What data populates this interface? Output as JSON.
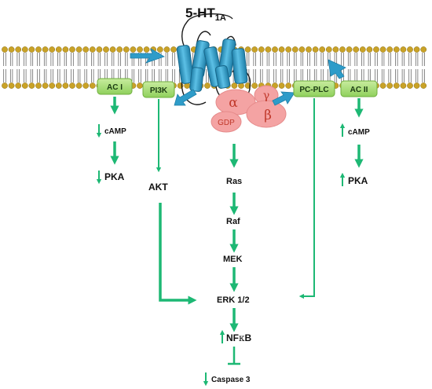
{
  "receptor": {
    "name": "5-HT",
    "subscript": "1A"
  },
  "boxes": {
    "ac1": "AC I",
    "pi3k": "PI3K",
    "pcplc": "PC-PLC",
    "ac2": "AC II"
  },
  "gprotein": {
    "alpha": "α",
    "beta": "β",
    "gamma": "γ",
    "gdp": "GDP"
  },
  "left_pathway": {
    "camp": "cAMP",
    "pka": "PKA"
  },
  "right_pathway": {
    "camp": "cAMP",
    "pka": "PKA"
  },
  "akt": "AKT",
  "center_pathway": {
    "ras": "Ras",
    "raf": "Raf",
    "mek": "MEK",
    "erk": "ERK 1/2",
    "nfkb_prefix": "NF",
    "nfkb_kappa": "κ",
    "nfkb_suffix": "B",
    "caspase": "Caspase 3"
  },
  "colors": {
    "arrow_green": "#1db874",
    "receptor_blue": "#2e9cc9",
    "box_green": "#9bd86a",
    "gprotein_pink": "#f4a3a3",
    "lipid_head": "#c9a227"
  }
}
